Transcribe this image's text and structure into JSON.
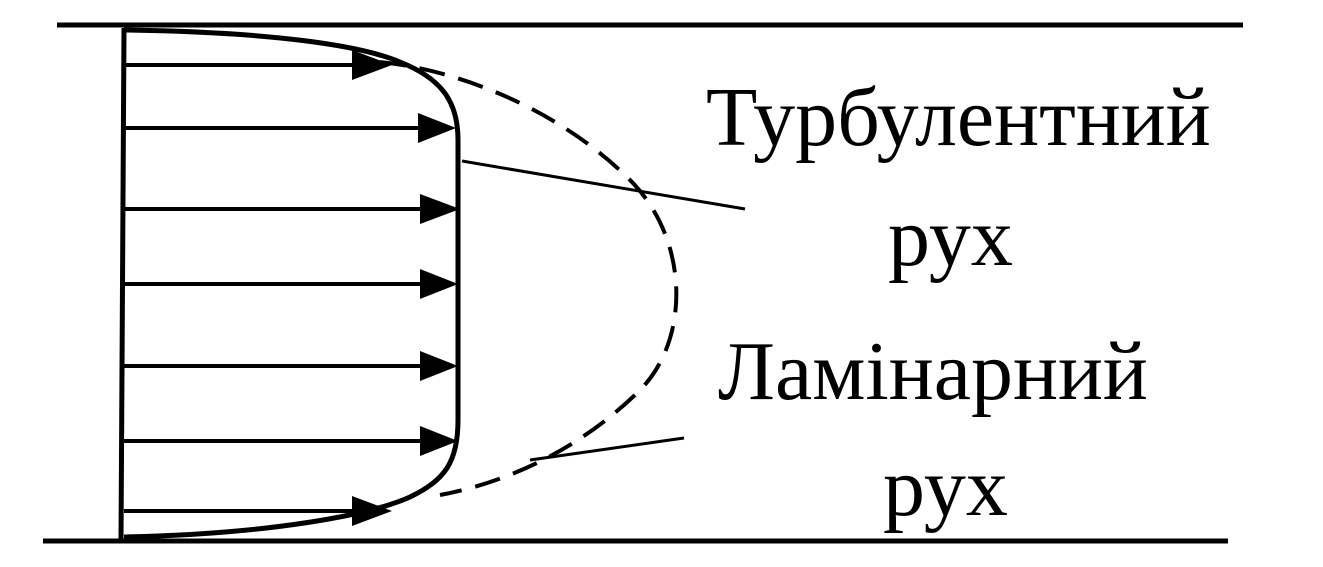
{
  "labels": {
    "turbulent_line1": "Турбулентний",
    "turbulent_line2": "рух",
    "laminar_line1": "Ламінарний",
    "laminar_line2": "рух"
  },
  "colors": {
    "stroke": "#000000",
    "background": "#ffffff"
  }
}
